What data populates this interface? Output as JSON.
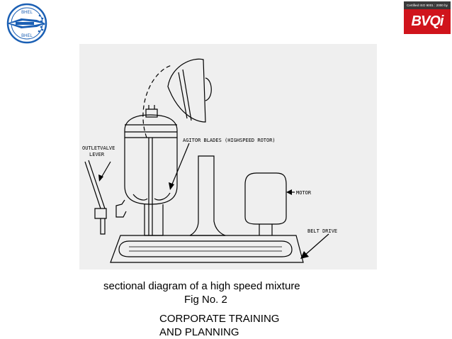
{
  "header": {
    "left_logo": {
      "text_top": "BHEL",
      "text_bottom": "BHEL"
    },
    "right_logo": {
      "cert_text": "Certified ISO 9001 : 2000 by",
      "brand": "BVQi"
    }
  },
  "diagram": {
    "labels": {
      "outlet_line1": "OUTLETVALVE",
      "outlet_line2": "LEVER",
      "agitator": "AGITOR BLADES  (HIGHSPEED ROTOR)",
      "motor": "MOTOR",
      "belt": "BELT DRIVE"
    }
  },
  "caption": {
    "line1": "sectional diagram of a high speed mixture",
    "line2": "Fig No. 2"
  },
  "org": {
    "line1": "CORPORATE TRAINING",
    "line2": "AND PLANNING"
  },
  "colors": {
    "logo_blue": "#1a5fb4",
    "bvqi_red": "#d0141c",
    "diagram_bg": "#efefef"
  }
}
